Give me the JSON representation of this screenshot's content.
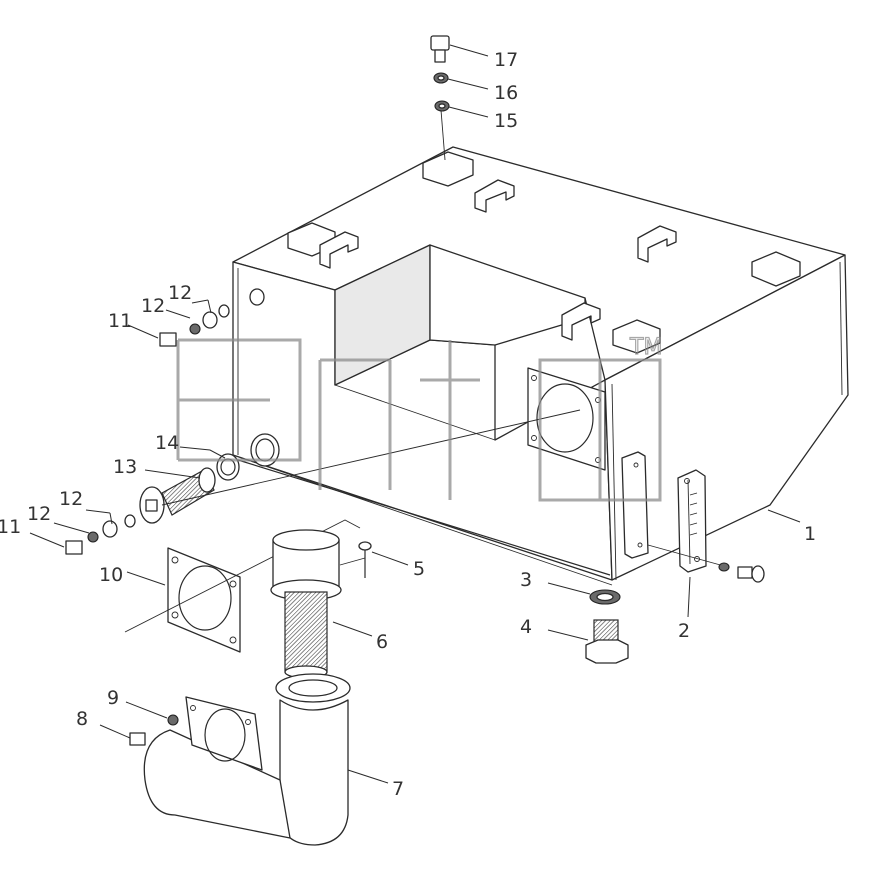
{
  "diagram": {
    "watermark": {
      "text": "TM"
    },
    "callouts": [
      {
        "id": "c1",
        "label": "1"
      },
      {
        "id": "c2",
        "label": "2"
      },
      {
        "id": "c3",
        "label": "3"
      },
      {
        "id": "c4",
        "label": "4"
      },
      {
        "id": "c5",
        "label": "5"
      },
      {
        "id": "c6",
        "label": "6"
      },
      {
        "id": "c7",
        "label": "7"
      },
      {
        "id": "c8",
        "label": "8"
      },
      {
        "id": "c9",
        "label": "9"
      },
      {
        "id": "c10",
        "label": "10"
      },
      {
        "id": "c11a",
        "label": "11"
      },
      {
        "id": "c11b",
        "label": "11"
      },
      {
        "id": "c12a",
        "label": "12"
      },
      {
        "id": "c12b",
        "label": "12"
      },
      {
        "id": "c12c",
        "label": "12"
      },
      {
        "id": "c12d",
        "label": "12"
      },
      {
        "id": "c13",
        "label": "13"
      },
      {
        "id": "c14",
        "label": "14"
      },
      {
        "id": "c15",
        "label": "15"
      },
      {
        "id": "c16",
        "label": "16"
      },
      {
        "id": "c17",
        "label": "17"
      }
    ]
  }
}
